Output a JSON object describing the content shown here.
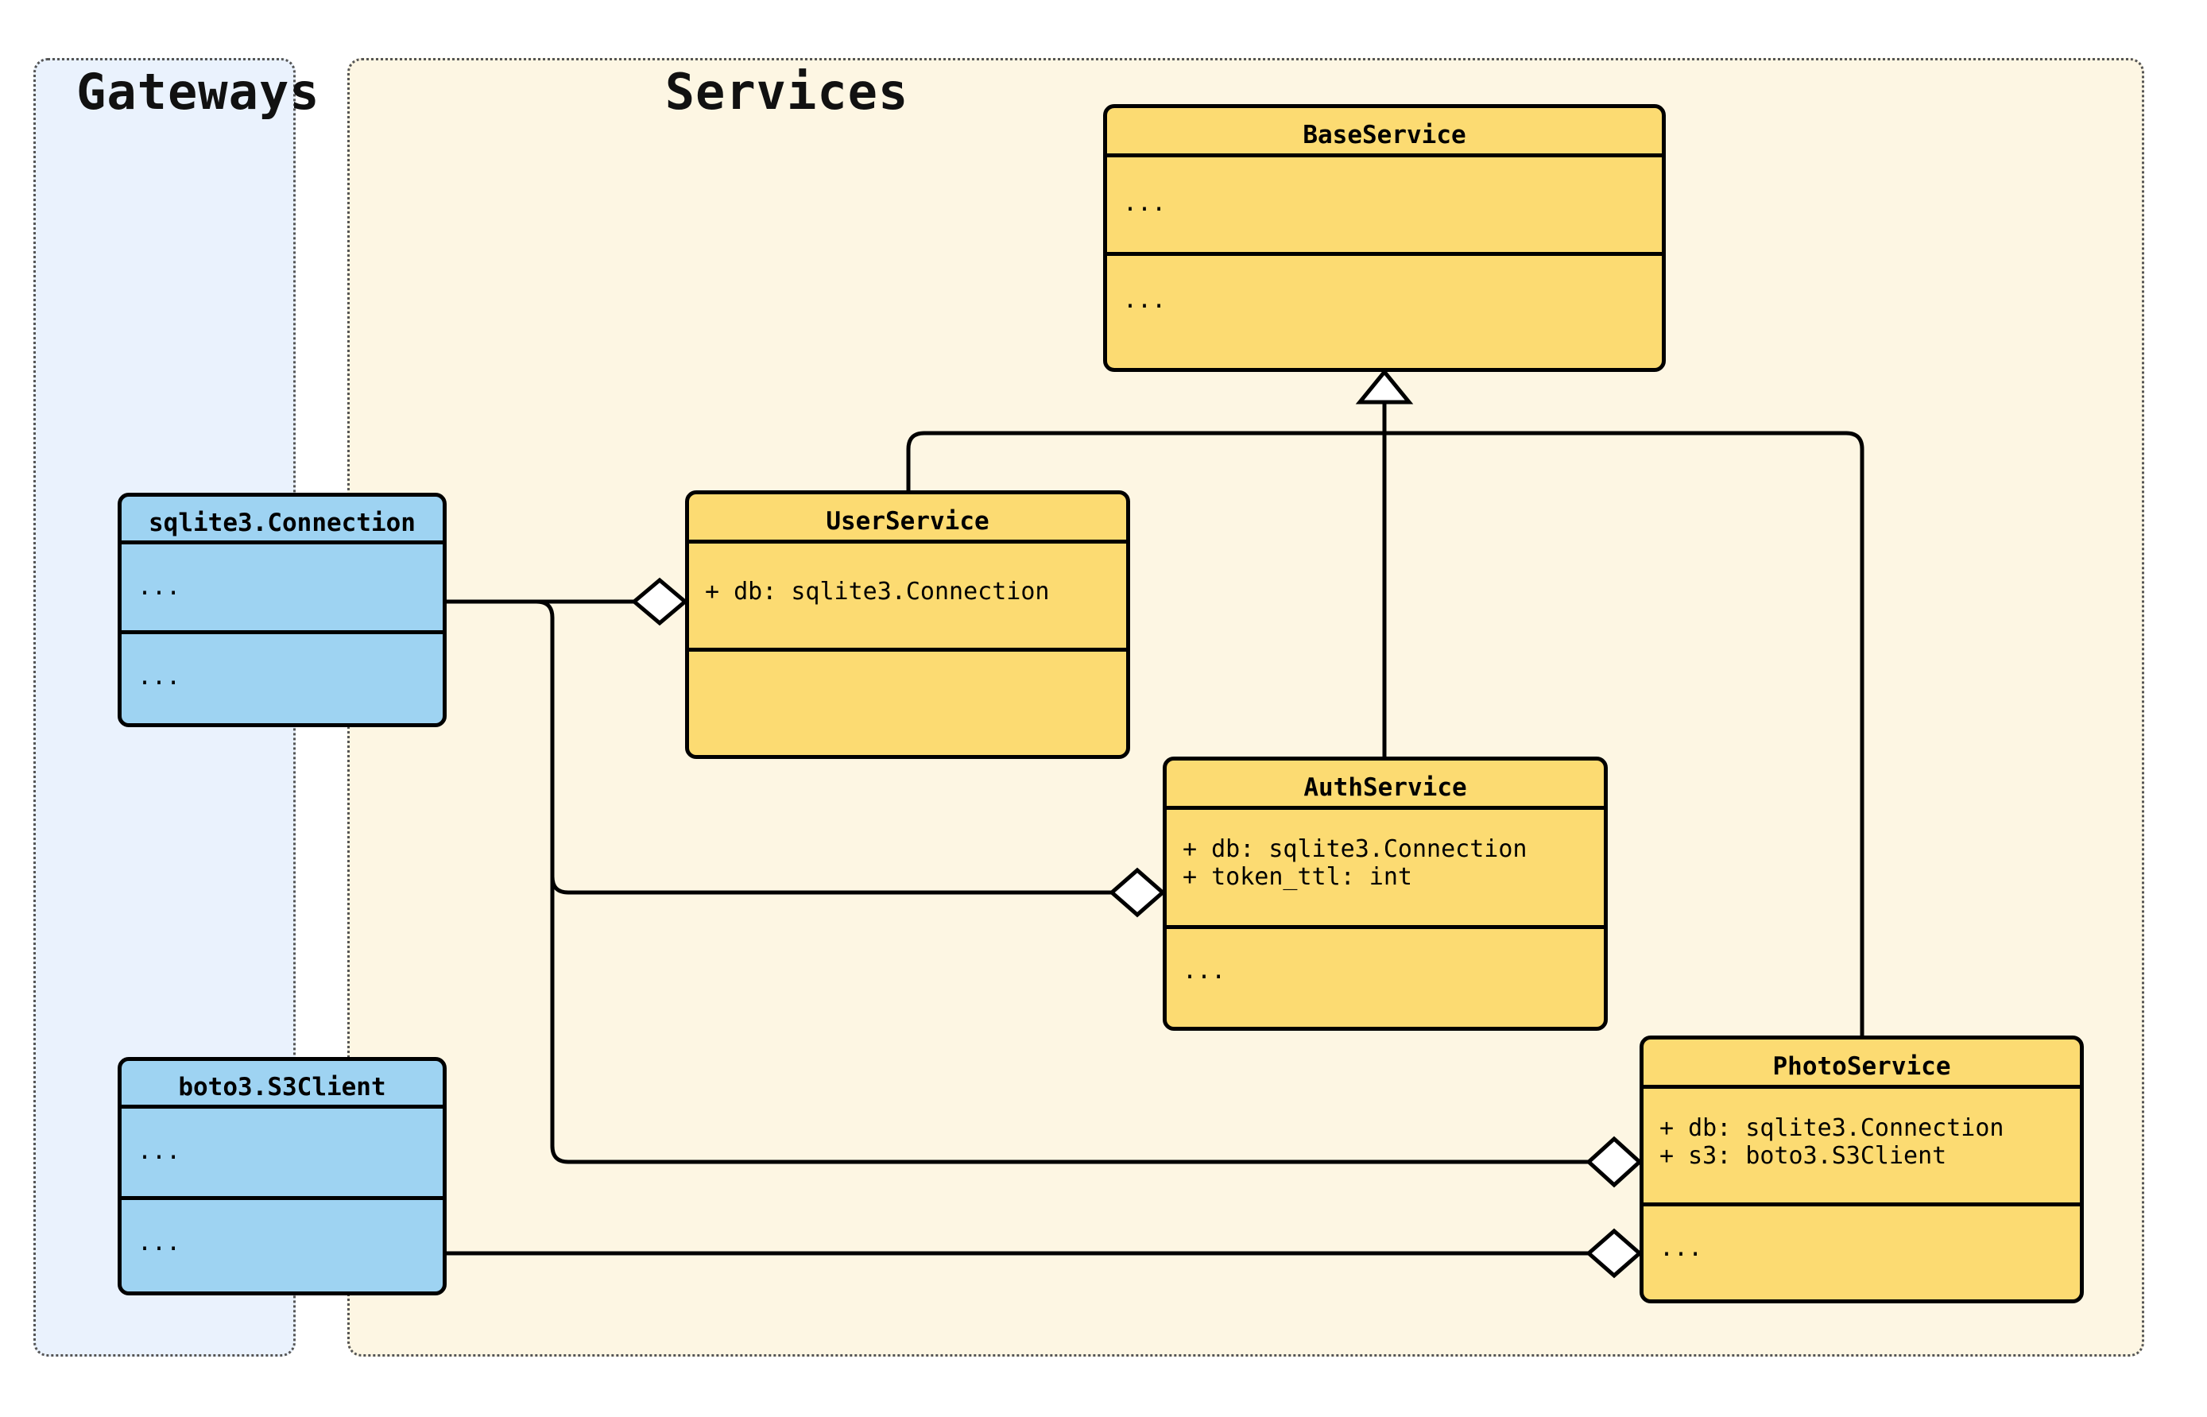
{
  "diagram": {
    "type": "uml-class-diagram",
    "background": "#ffffff",
    "packages": [
      {
        "id": "gateways",
        "title": "Gateways",
        "fill": "#eaf2fd",
        "border": "#555555"
      },
      {
        "id": "services",
        "title": "Services",
        "fill": "#fdf6e3",
        "border": "#555555"
      }
    ],
    "classes": [
      {
        "id": "baseservice",
        "name": "BaseService",
        "package": "services",
        "fill": "#fcdb72",
        "attributes": [
          "..."
        ],
        "methods": [
          "..."
        ]
      },
      {
        "id": "userservice",
        "name": "UserService",
        "package": "services",
        "fill": "#fcdb72",
        "attributes": [
          "+ db: sqlite3.Connection"
        ],
        "methods": [
          ""
        ]
      },
      {
        "id": "authservice",
        "name": "AuthService",
        "package": "services",
        "fill": "#fcdb72",
        "attributes": [
          "+ db: sqlite3.Connection",
          "+ token_ttl: int"
        ],
        "methods": [
          "..."
        ]
      },
      {
        "id": "photoservice",
        "name": "PhotoService",
        "package": "services",
        "fill": "#fcdb72",
        "attributes": [
          "+ db: sqlite3.Connection",
          "+ s3: boto3.S3Client"
        ],
        "methods": [
          "..."
        ]
      },
      {
        "id": "sqlite3connection",
        "name": "sqlite3.Connection",
        "package": "gateways",
        "fill": "#9ed3f2",
        "attributes": [
          "..."
        ],
        "methods": [
          "..."
        ]
      },
      {
        "id": "boto3s3client",
        "name": "boto3.S3Client",
        "package": "gateways",
        "fill": "#9ed3f2",
        "attributes": [
          "..."
        ],
        "methods": [
          "..."
        ]
      }
    ],
    "relations": [
      {
        "id": "rel-user-base",
        "kind": "inheritance",
        "from": "userservice",
        "to": "baseservice"
      },
      {
        "id": "rel-auth-base",
        "kind": "inheritance",
        "from": "authservice",
        "to": "baseservice"
      },
      {
        "id": "rel-photo-base",
        "kind": "inheritance",
        "from": "photoservice",
        "to": "baseservice"
      },
      {
        "id": "rel-user-db",
        "kind": "aggregation",
        "from": "sqlite3connection",
        "to": "userservice"
      },
      {
        "id": "rel-auth-db",
        "kind": "aggregation",
        "from": "sqlite3connection",
        "to": "authservice"
      },
      {
        "id": "rel-photo-db",
        "kind": "aggregation",
        "from": "sqlite3connection",
        "to": "photoservice"
      },
      {
        "id": "rel-photo-s3",
        "kind": "aggregation",
        "from": "boto3s3client",
        "to": "photoservice"
      }
    ]
  }
}
